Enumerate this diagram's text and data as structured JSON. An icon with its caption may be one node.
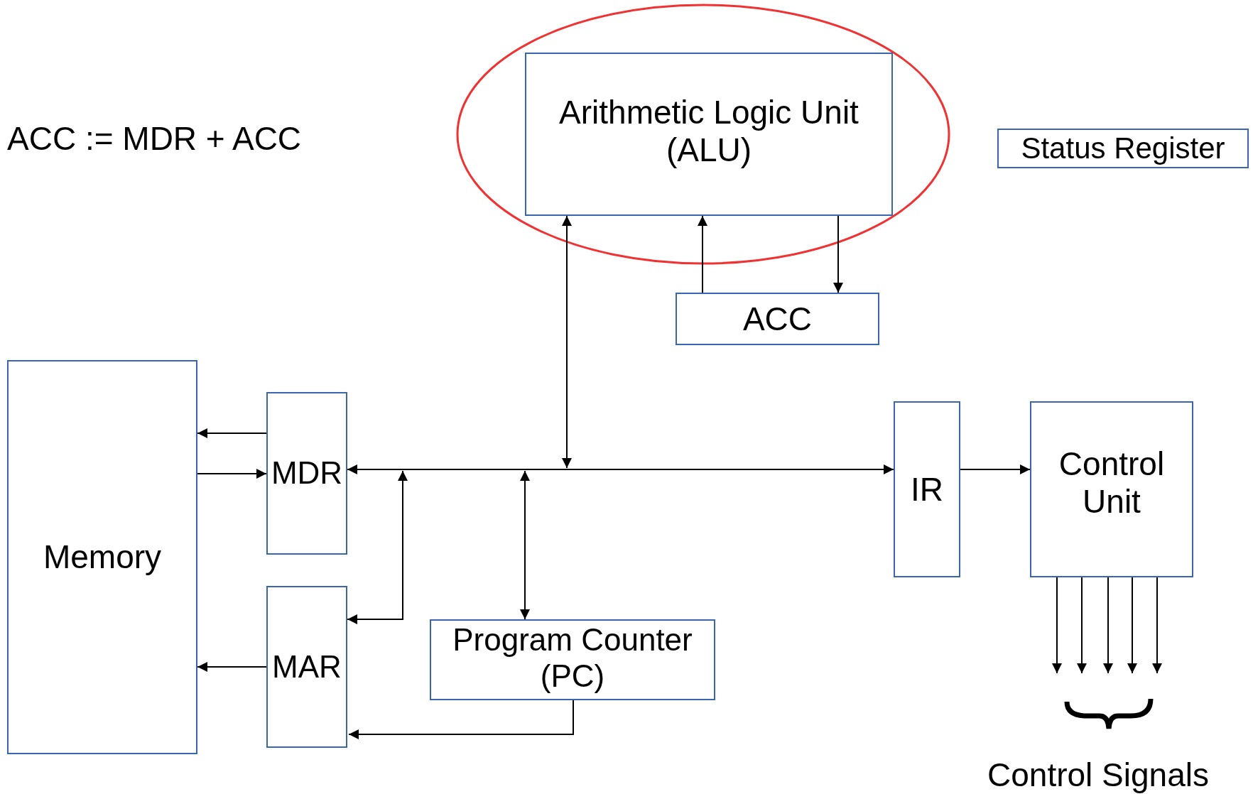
{
  "diagram": {
    "nodes": [
      {
        "text": [
          "Memory"
        ]
      },
      {
        "text": [
          "MDR"
        ]
      },
      {
        "text": [
          "MAR"
        ]
      },
      {
        "text": [
          "Program Counter (PC)"
        ]
      },
      {
        "text": [
          "Arithmetic Logic Unit (ALU)"
        ]
      },
      {
        "text": [
          "ACC"
        ]
      },
      {
        "text": [
          "Status Register"
        ]
      },
      {
        "text": [
          "IR"
        ]
      },
      {
        "text": [
          "Control Unit"
        ]
      }
    ],
    "edges": [
      {
        "from": 1,
        "to": 0,
        "arrow": "to"
      },
      {
        "from": 0,
        "to": 1,
        "arrow": "to"
      },
      {
        "from": 2,
        "to": 0,
        "arrow": "to"
      },
      {
        "from": 1,
        "to": 7,
        "arrow": "both"
      },
      {
        "from": 4,
        "to": null,
        "arrow": "both"
      },
      {
        "from": 3,
        "to": null,
        "arrow": "both"
      },
      {
        "from": null,
        "to": 2,
        "arrow": "both"
      },
      {
        "from": 5,
        "to": 4,
        "arrow": "to"
      },
      {
        "from": 4,
        "to": 5,
        "arrow": "to"
      },
      {
        "from": 7,
        "to": 8,
        "arrow": "to"
      },
      {
        "from": 3,
        "to": 2,
        "arrow": "to"
      },
      {
        "from": 8,
        "to": null,
        "arrow": "to"
      },
      {
        "from": 8,
        "to": null,
        "arrow": "to"
      },
      {
        "from": 8,
        "to": null,
        "arrow": "to"
      },
      {
        "from": 8,
        "to": null,
        "arrow": "to"
      },
      {
        "from": 8,
        "to": null,
        "arrow": "to"
      }
    ],
    "labels": [
      "ACC := MDR + ACC",
      "Control Signals"
    ]
  }
}
